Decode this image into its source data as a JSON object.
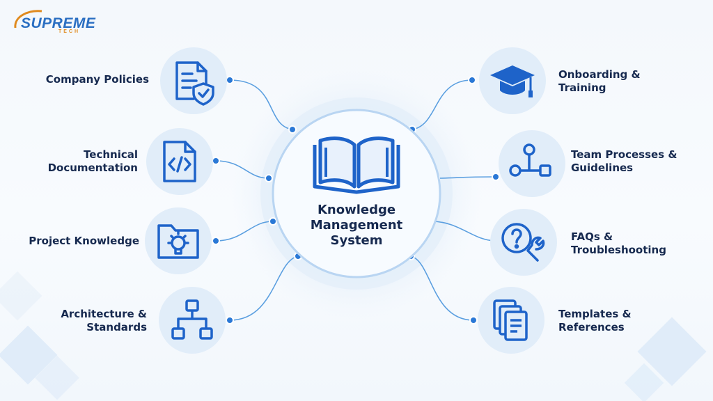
{
  "logo": {
    "brand": "SUPREME",
    "sub": "TECH"
  },
  "center": {
    "lines": [
      "Knowledge",
      "Management",
      "System"
    ],
    "icon": "open-book-icon"
  },
  "left_items": [
    {
      "lines": [
        "Company Policies"
      ],
      "icon": "policy-document-shield-icon"
    },
    {
      "lines": [
        "Technical",
        "Documentation"
      ],
      "icon": "code-document-icon"
    },
    {
      "lines": [
        "Project Knowledge"
      ],
      "icon": "folder-lightbulb-icon"
    },
    {
      "lines": [
        "Architecture &",
        "Standards"
      ],
      "icon": "hierarchy-icon"
    }
  ],
  "right_items": [
    {
      "lines": [
        "Onboarding &",
        "Training"
      ],
      "icon": "graduation-cap-icon"
    },
    {
      "lines": [
        "Team Processes &",
        "Guidelines"
      ],
      "icon": "process-flow-icon"
    },
    {
      "lines": [
        "FAQs &",
        "Troubleshooting"
      ],
      "icon": "question-wrench-icon"
    },
    {
      "lines": [
        "Templates &",
        "References"
      ],
      "icon": "stacked-documents-icon"
    }
  ],
  "colors": {
    "primary": "#1e63c9",
    "dark_text": "#16294f",
    "line": "#5b9fe0",
    "circle_fill": "#e6f0fb",
    "accent": "#e08a1e"
  }
}
